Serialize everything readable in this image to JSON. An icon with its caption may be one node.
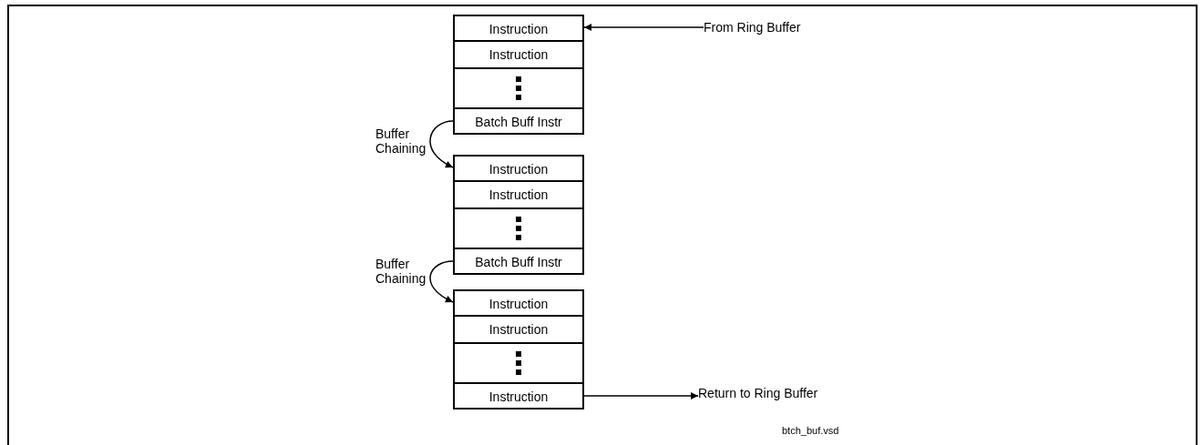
{
  "diagram": {
    "nodes": [
      {
        "text": [],
        "shape": "box"
      },
      {
        "text": [
          "Instruction"
        ],
        "in": 0
      },
      {
        "text": [
          "Instruction"
        ],
        "in": 0
      },
      {
        "text": [],
        "shape": "box",
        "in": 0
      },
      {
        "text": [
          "Batch Buff Instr"
        ],
        "in": 0
      },
      {
        "text": [],
        "shape": "box"
      },
      {
        "text": [
          "Instruction"
        ],
        "in": 5
      },
      {
        "text": [
          "Instruction"
        ],
        "in": 5
      },
      {
        "text": [],
        "shape": "box",
        "in": 5
      },
      {
        "text": [
          "Batch Buff Instr"
        ],
        "in": 5
      },
      {
        "text": [],
        "shape": "box"
      },
      {
        "text": [
          "Instruction"
        ],
        "in": 10
      },
      {
        "text": [
          "Instruction"
        ],
        "in": 10
      },
      {
        "text": [],
        "shape": "box",
        "in": 10
      },
      {
        "text": [
          "Instruction"
        ],
        "in": 10
      },
      {
        "text": [
          "From Ring Buffer"
        ]
      },
      {
        "text": [
          "Return to Ring Buffer"
        ]
      }
    ],
    "edges": [
      {
        "from": 15,
        "to": 1,
        "arrow": "to"
      },
      {
        "from": 4,
        "to": 6,
        "arrow": "to",
        "label": "Buffer Chaining"
      },
      {
        "from": 9,
        "to": 11,
        "arrow": "to",
        "label": "Buffer Chaining"
      },
      {
        "from": 14,
        "to": 16,
        "arrow": "to"
      }
    ],
    "labels": [
      "btch_buf.vsd"
    ]
  }
}
